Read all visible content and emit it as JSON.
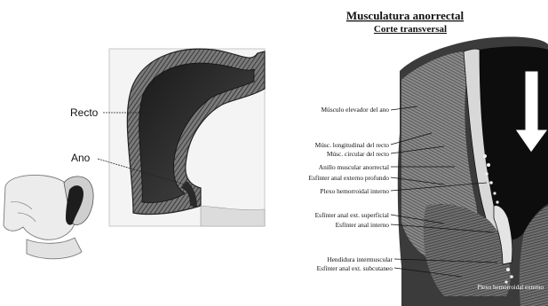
{
  "left_panel": {
    "labels": {
      "rectum": "Recto",
      "anus": "Ano"
    }
  },
  "right_panel": {
    "title": "Musculatura anorrectal",
    "subtitle": "Corte transversal",
    "labels": [
      "Músculo elevador del ano",
      "Músc. longitudinal del recto",
      "Músc. circular del recto",
      "Anillo muscular anorrectal",
      "Esfínter anal externo profundo",
      "Plexo hemorroidal interno",
      "Esfínter anal ext. superficial",
      "Esfínter anal interno",
      "Hendidura intermuscular",
      "Esfínter anal ext. subcutaneo",
      "Plexo hemorroidal externo"
    ]
  }
}
